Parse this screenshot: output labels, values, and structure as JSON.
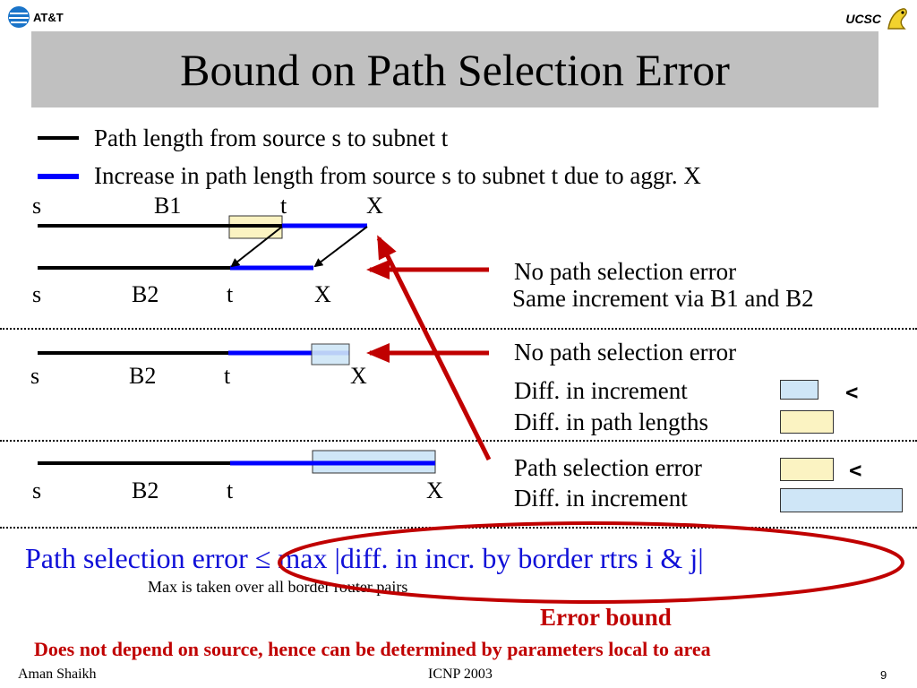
{
  "header": {
    "left_logo_text": "AT&T",
    "right_logo_text": "UCSC",
    "title": "Bound on Path Selection Error"
  },
  "legend": [
    {
      "color": "#000000",
      "text": "Path length from source s to subnet t"
    },
    {
      "color": "#0000ff",
      "text": "Increase in path length from source s to subnet t due to aggr. X"
    }
  ],
  "diagram": {
    "case1": {
      "labels_top": {
        "s": "s",
        "b": "B1",
        "t": "t",
        "x": "X"
      },
      "labels_bottom": {
        "s": "s",
        "b": "B2",
        "t": "t",
        "x": "X"
      },
      "note_line1": "No path selection error",
      "note_line2": "Same increment via B1 and B2"
    },
    "case2": {
      "labels": {
        "s": "s",
        "b": "B2",
        "t": "t",
        "x": "X"
      },
      "note_line1": "No path selection error",
      "note_line2": "Diff. in increment",
      "note_line3": "Diff. in path lengths",
      "relation": "<"
    },
    "case3": {
      "labels": {
        "s": "s",
        "b": "B2",
        "t": "t",
        "x": "X"
      },
      "note_line1": "Path selection error",
      "note_line2": "Diff. in increment",
      "relation": "<"
    }
  },
  "colors": {
    "path": "#000000",
    "increment": "#0000ff",
    "arrow": "#c00000",
    "formula": "#1010d8",
    "swatch_yellow": "#fbf3c2",
    "swatch_blue": "#cfe6f7",
    "title_bar": "#c0c0c0"
  },
  "formula": "Path selection error ≤ max |diff. in incr. by border rtrs i & j|",
  "footnote": "Max is taken over all border router pairs",
  "error_bound_label": "Error bound",
  "conclusion": "Does not depend on source, hence can be determined by parameters local to area",
  "footer": {
    "author": "Aman Shaikh",
    "conference": "ICNP 2003",
    "page": "9"
  }
}
